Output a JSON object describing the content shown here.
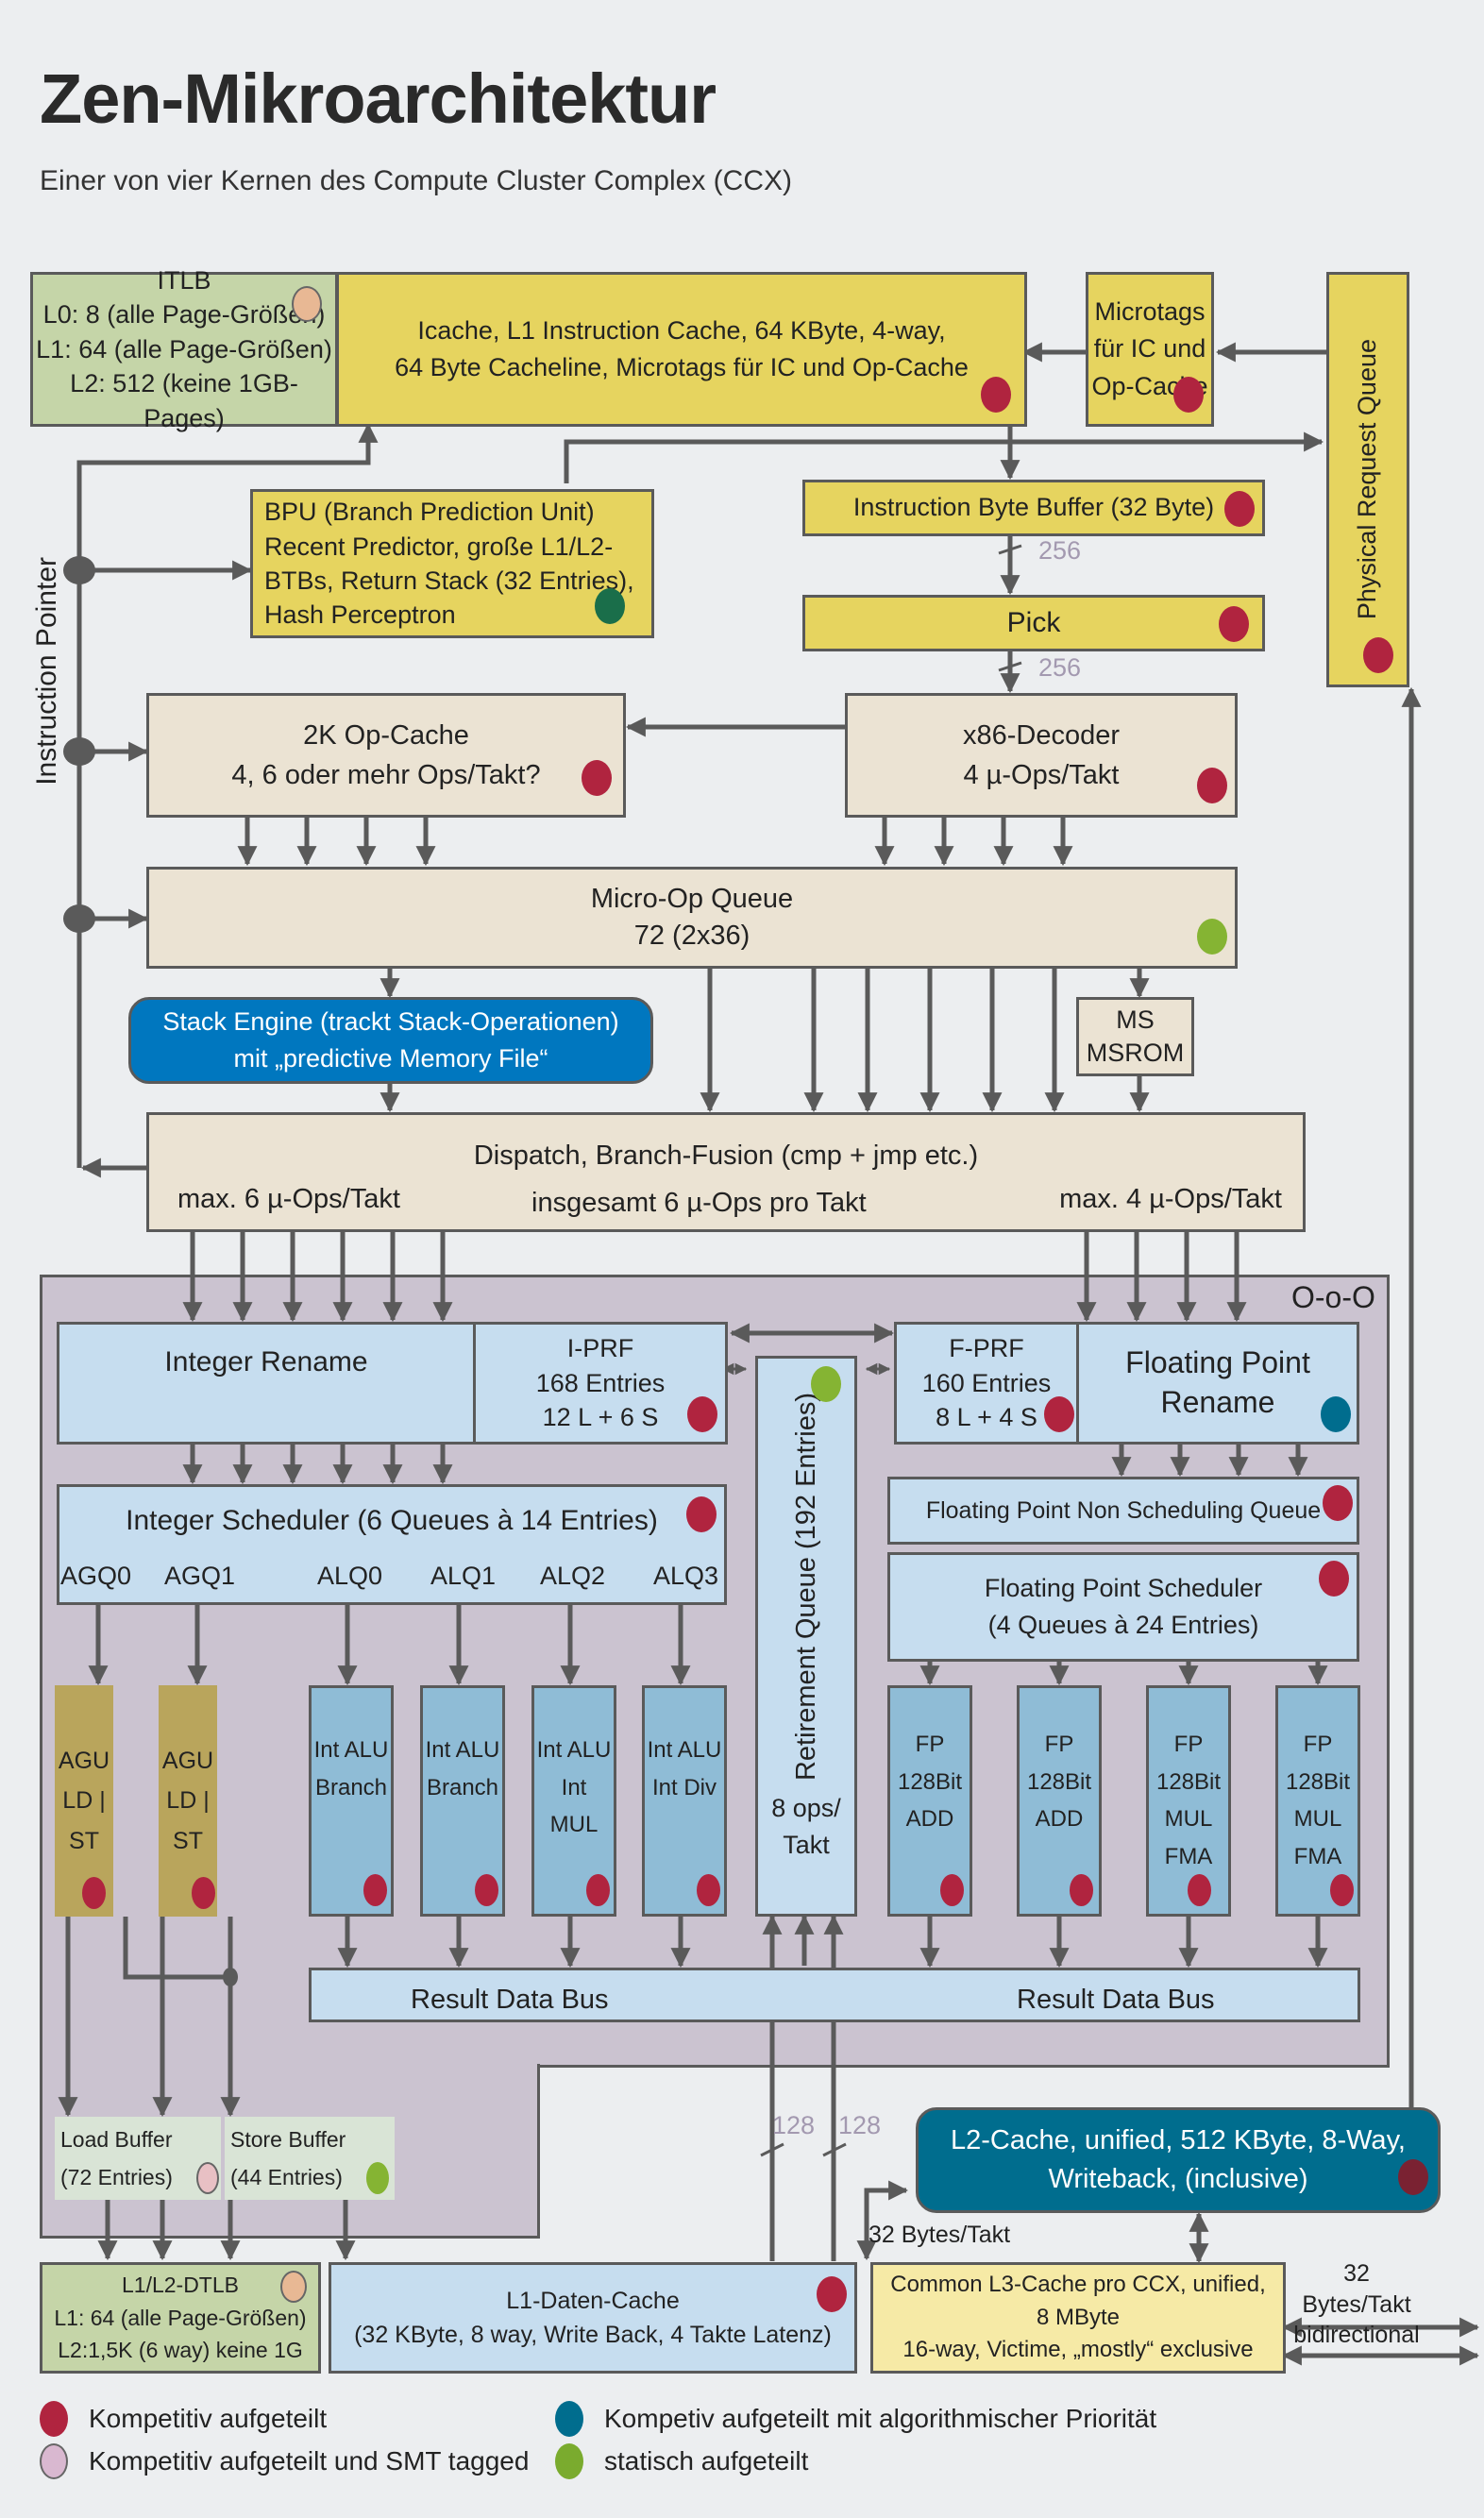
{
  "header": {
    "title": "Zen-Mikroarchitektur",
    "subtitle": "Einer von vier Kernen des Compute Cluster Complex (CCX)"
  },
  "frontend": {
    "itlb": {
      "title": "ITLB",
      "lines": [
        "L0: 8 (alle Page-Größen)",
        "L1: 64 (alle Page-Größen)",
        "L2: 512 (keine 1GB-Pages)"
      ]
    },
    "icache": {
      "lines": [
        "Icache, L1 Instruction Cache, 64 KByte, 4-way,",
        "64 Byte Cacheline, Microtags für IC und Op-Cache"
      ]
    },
    "microtags": {
      "lines": [
        "Microtags",
        "für IC und",
        "Op-Cache"
      ]
    },
    "physical_request_queue": "Physical Request Queue",
    "bpu": {
      "lines": [
        "BPU (Branch Prediction Unit)",
        "Recent Predictor, große L1/L2-",
        "BTBs, Return Stack (32 Entries),",
        "Hash Perceptron"
      ]
    },
    "instruction_byte_buffer": "Instruction Byte Buffer (32 Byte)",
    "pick": "Pick",
    "bus_width_1": "256",
    "bus_width_2": "256",
    "instruction_pointer": "Instruction Pointer",
    "op_cache": {
      "lines": [
        "2K Op-Cache",
        "4, 6 oder mehr Ops/Takt?"
      ]
    },
    "decoder": {
      "lines": [
        "x86-Decoder",
        "4 µ-Ops/Takt"
      ]
    },
    "micro_op_queue": {
      "lines": [
        "Micro-Op Queue",
        "72 (2x36)"
      ]
    },
    "stack_engine": {
      "lines": [
        "Stack Engine (trackt Stack-Operationen)",
        "mit „predictive Memory File“"
      ]
    },
    "msrom": {
      "lines": [
        "MS",
        "MSROM"
      ]
    },
    "dispatch": {
      "title": "Dispatch, Branch-Fusion (cmp + jmp etc.)",
      "left": "max. 6 µ-Ops/Takt",
      "center": "insgesamt 6 µ-Ops pro Takt",
      "right": "max. 4 µ-Ops/Takt"
    }
  },
  "ooo": {
    "label": "O-o-O",
    "integer_rename": "Integer Rename",
    "iprf": {
      "lines": [
        "I-PRF",
        "168 Entries",
        "12 L + 6 S"
      ]
    },
    "fprf": {
      "lines": [
        "F-PRF",
        "160 Entries",
        "8 L + 4 S"
      ]
    },
    "fp_rename": {
      "lines": [
        "Floating Point",
        "Rename"
      ]
    },
    "retirement_queue": "Retirement Queue (192 Entries)",
    "retirement_rate": {
      "lines": [
        "8 ops/",
        "Takt"
      ]
    },
    "integer_scheduler": "Integer Scheduler (6 Queues à 14 Entries)",
    "int_queues": [
      "AGQ0",
      "AGQ1",
      "ALQ0",
      "ALQ1",
      "ALQ2",
      "ALQ3"
    ],
    "fp_nsq": "Floating Point Non Scheduling Queue",
    "fp_scheduler": {
      "lines": [
        "Floating Point Scheduler",
        "(4 Queues à 24 Entries)"
      ]
    },
    "agus": [
      {
        "lines": [
          "AGU",
          "LD | ST"
        ]
      },
      {
        "lines": [
          "AGU",
          "LD | ST"
        ]
      }
    ],
    "int_alus": [
      {
        "lines": [
          "Int ALU",
          "Branch"
        ]
      },
      {
        "lines": [
          "Int ALU",
          "Branch"
        ]
      },
      {
        "lines": [
          "Int ALU",
          "Int MUL"
        ]
      },
      {
        "lines": [
          "Int ALU",
          "Int Div"
        ]
      }
    ],
    "fp_units": [
      {
        "lines": [
          "FP",
          "128Bit",
          "ADD"
        ]
      },
      {
        "lines": [
          "FP",
          "128Bit",
          "ADD"
        ]
      },
      {
        "lines": [
          "FP",
          "128Bit",
          "MUL",
          "FMA"
        ]
      },
      {
        "lines": [
          "FP",
          "128Bit",
          "MUL",
          "FMA"
        ]
      }
    ],
    "result_bus_left": "Result Data Bus",
    "result_bus_right": "Result Data Bus"
  },
  "memory": {
    "load_buffer": {
      "lines": [
        "Load Buffer",
        "(72 Entries)"
      ]
    },
    "store_buffer": {
      "lines": [
        "Store Buffer",
        "(44 Entries)"
      ]
    },
    "dtlb": {
      "title": "L1/L2-DTLB",
      "lines": [
        "L1: 64 (alle Page-Größen)",
        "L2:1,5K (6 way) keine 1G"
      ]
    },
    "l1d": {
      "lines": [
        "L1-Daten-Cache",
        "(32 KByte, 8 way, Write Back, 4 Takte Latenz)"
      ]
    },
    "bus_width_a": "128",
    "bus_width_b": "128",
    "l2": {
      "lines": [
        "L2-Cache, unified, 512 KByte, 8-Way,",
        "Writeback, (inclusive)"
      ]
    },
    "l2_bandwidth": "32 Bytes/Takt",
    "l3": {
      "lines": [
        "Common L3-Cache pro CCX, unified,",
        "8 MByte",
        "16-way, Victime, „mostly“ exclusive"
      ]
    },
    "l3_bandwidth": {
      "lines": [
        "32 Bytes/Takt",
        "bidirectional"
      ]
    }
  },
  "legend": [
    {
      "label": "Kompetitiv aufgeteilt",
      "color": "#b0243f"
    },
    {
      "label": "Kompetiv aufgeteilt mit algorithmischer Priorität",
      "color": "#006d8e"
    },
    {
      "label": "Kompetitiv aufgeteilt und SMT tagged",
      "color": "#d9b8d0"
    },
    {
      "label": "statisch aufgeteilt",
      "color": "#7aab2e"
    }
  ],
  "colors": {
    "frontend_yellow": "#e6d45f",
    "tlb_green": "#c5d5a8",
    "decode_beige": "#ebe3d3",
    "ooo_region": "#cbc3d0",
    "unit_light_blue": "#c6ddef",
    "unit_mid_blue": "#8fbcd6",
    "agu_gold": "#b9a55c",
    "stack_engine_blue": "#0077bf",
    "l2_teal": "#006d8e",
    "l3_pale_yellow": "#f6eaa6",
    "wire_gray": "#5a5a5a"
  }
}
